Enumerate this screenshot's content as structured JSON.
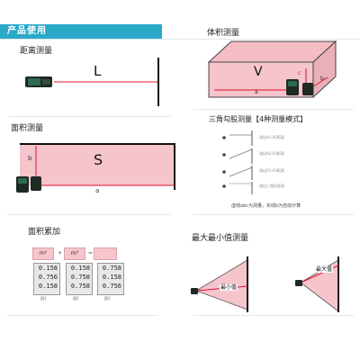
{
  "header": {
    "title": "产品使用"
  },
  "sections": {
    "distance": {
      "title": "距离测量",
      "label": "L"
    },
    "volume": {
      "title": "体积测量",
      "label_v": "V",
      "label_a": "a",
      "label_b": "b",
      "label_c": "c"
    },
    "area": {
      "title": "面积测量",
      "label_s": "S",
      "label_a": "a",
      "label_b": "b"
    },
    "triangle": {
      "title": "三角勾股测量【4种测量模式】",
      "steps": [
        "测出A1-A2距离",
        "测出A2-A3距离",
        "测出A1-A3距离",
        "测出三角形距离"
      ],
      "note": "虚线abc为测量，实线b为自动计算"
    },
    "accumulate": {
      "title": "面积累加",
      "unit1": "m²",
      "unit2": "m²",
      "plus": "+",
      "equals": "=",
      "screens": [
        {
          "lines": [
            "0.158",
            "0.756",
            "0.158"
          ]
        },
        {
          "lines": [
            "0.158",
            "0.758",
            "0.758"
          ]
        },
        {
          "lines": [
            "0.758",
            "0.158",
            "0.756"
          ]
        }
      ],
      "captions": [
        "图1",
        "图2",
        "图3"
      ]
    },
    "minmax": {
      "title": "最大最小值测量",
      "min_label": "最小值",
      "max_label": "最大值"
    }
  },
  "colors": {
    "accent": "#2aa9c9",
    "pink": "#f5c5cb",
    "red": "#e0102e",
    "device": "#1e2a24"
  }
}
